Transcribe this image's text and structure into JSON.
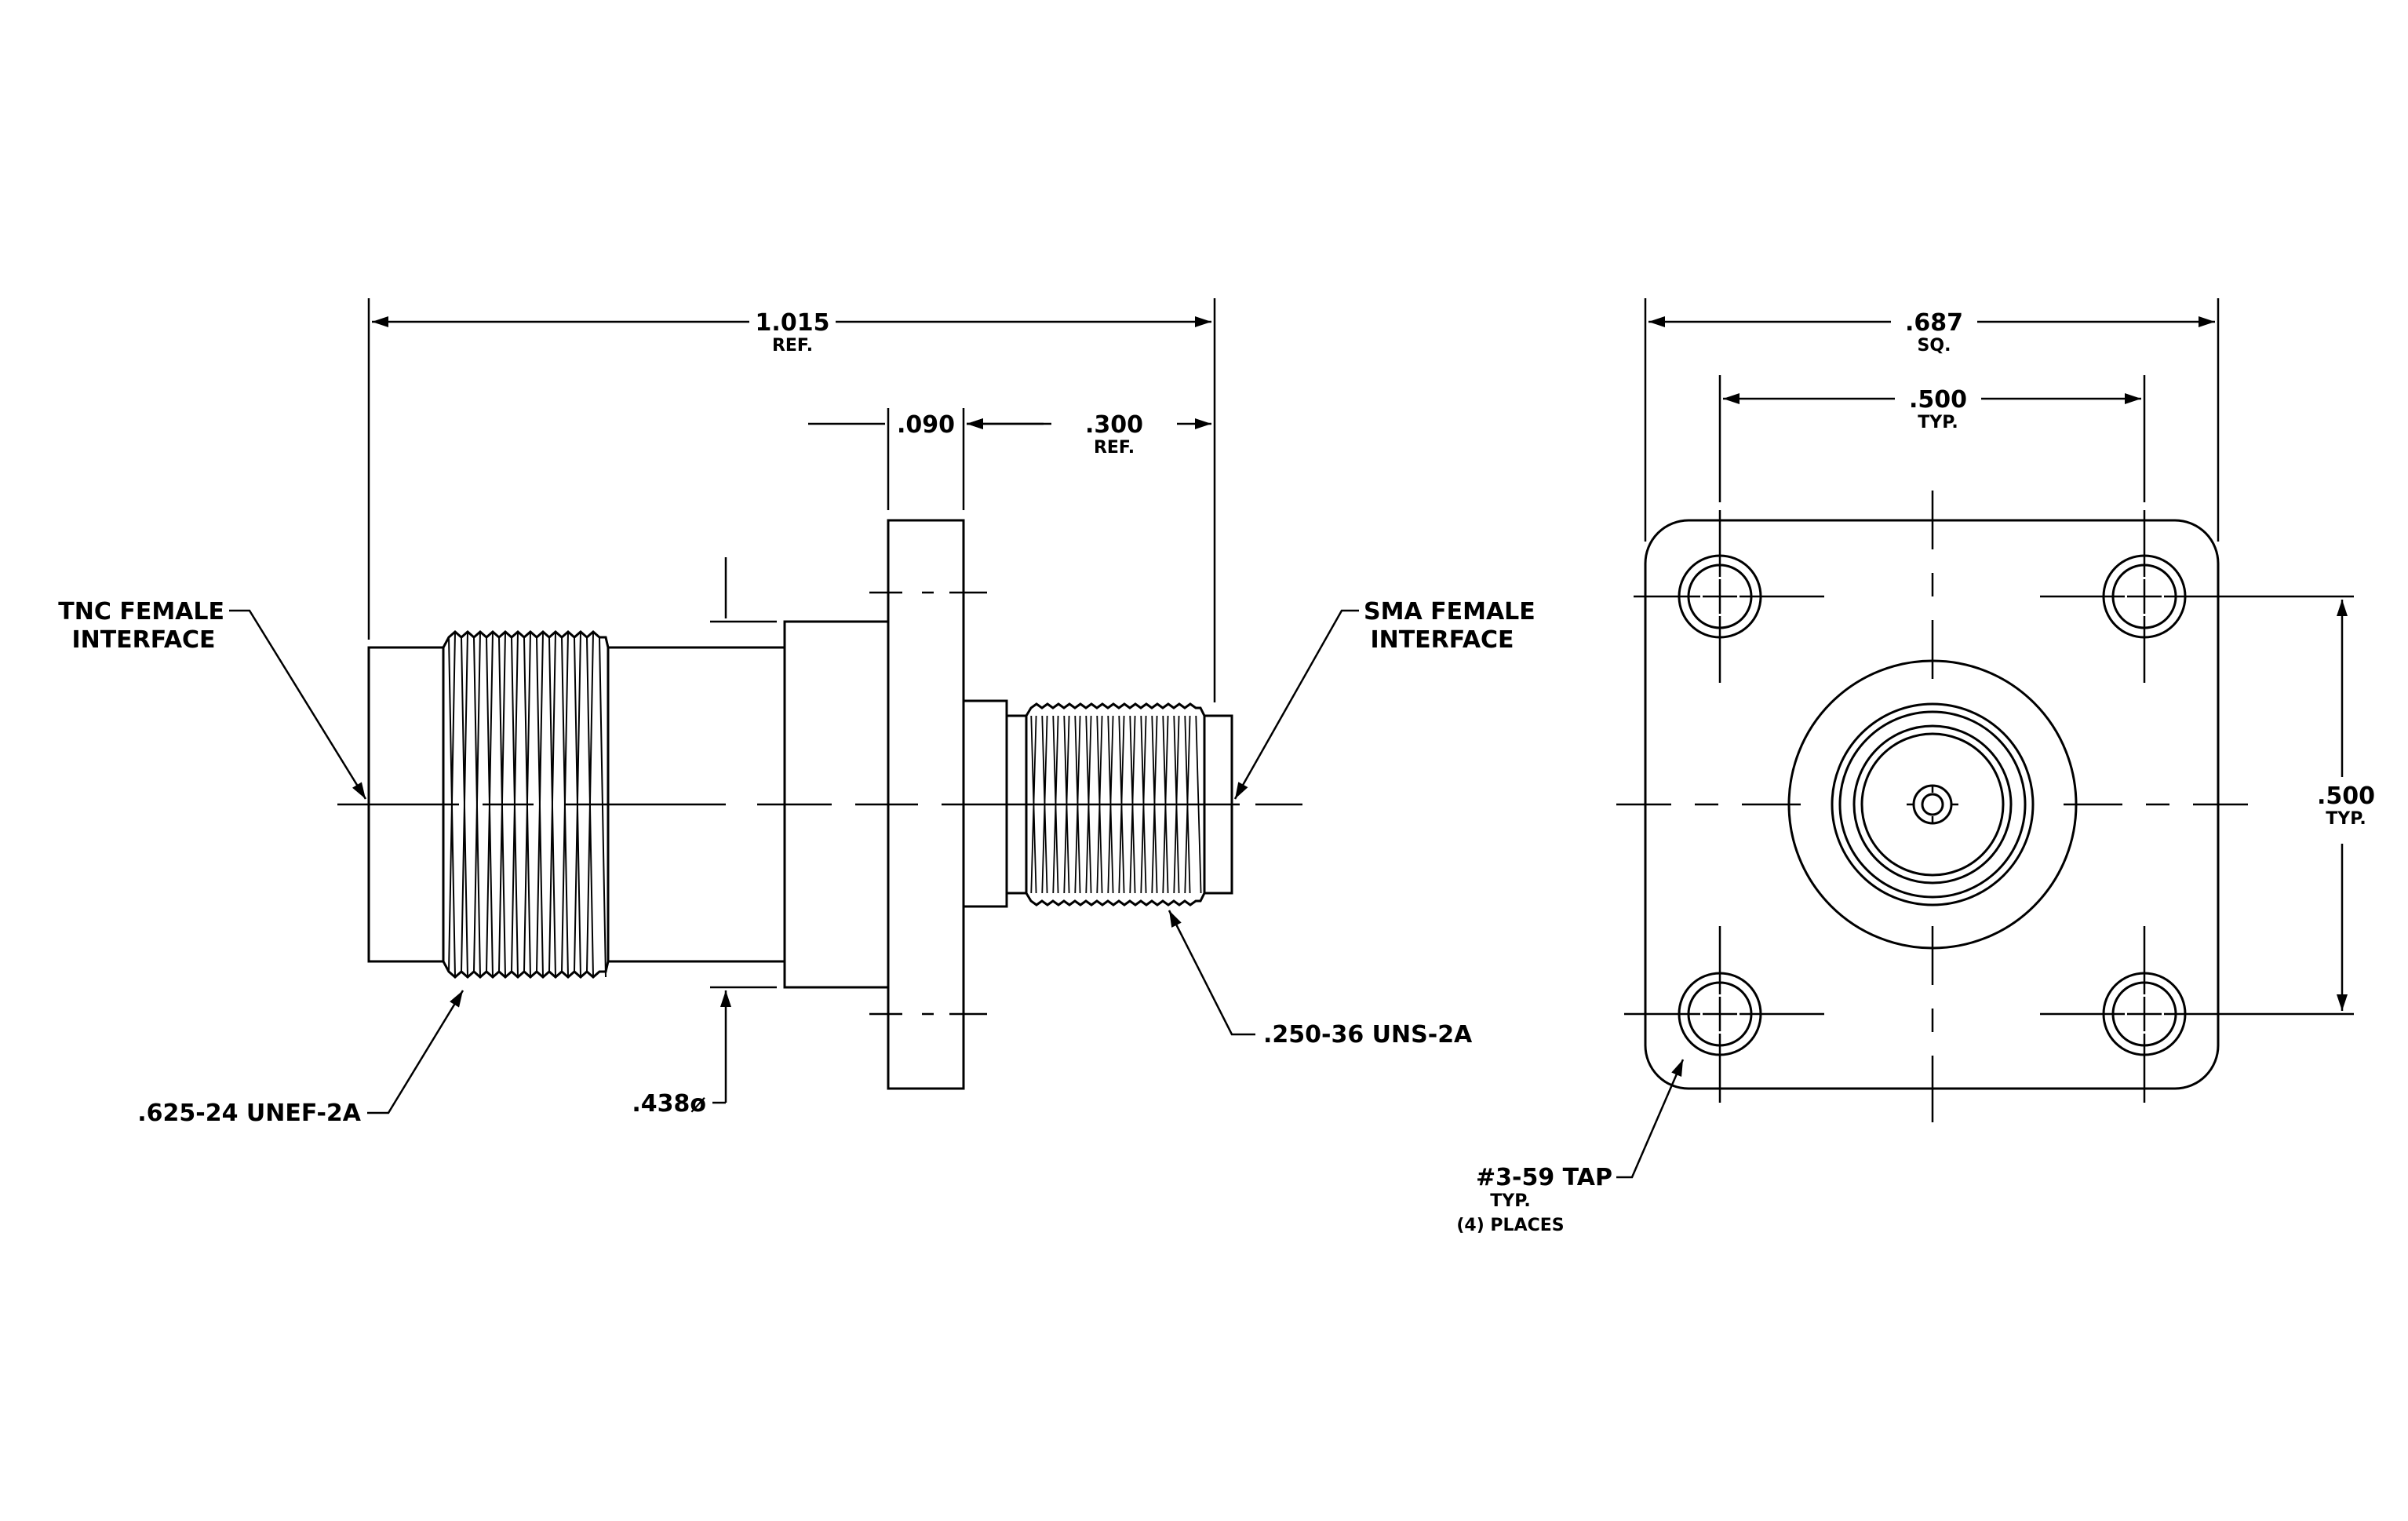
{
  "side_view": {
    "overall_length": {
      "value": "1.015",
      "note": "REF."
    },
    "flange_thickness": {
      "value": ".090"
    },
    "sma_length": {
      "value": ".300",
      "note": "REF."
    },
    "body_diameter": {
      "value": ".438ø"
    },
    "tnc_thread": {
      "value": ".625-24 UNEF-2A"
    },
    "sma_thread": {
      "value": ".250-36 UNS-2A"
    },
    "tnc_interface": {
      "line1": "TNC FEMALE",
      "line2": "INTERFACE"
    },
    "sma_interface": {
      "line1": "SMA FEMALE",
      "line2": "INTERFACE"
    }
  },
  "end_view": {
    "flange_width": {
      "value": ".687",
      "note": "SQ."
    },
    "hole_spacing_horizontal": {
      "value": ".500",
      "note": "TYP."
    },
    "hole_spacing_vertical": {
      "value": ".500",
      "note": "TYP."
    },
    "tap_callout": {
      "line1": "#3-59 TAP",
      "line2": "TYP.",
      "line3": "(4) PLACES"
    }
  },
  "colors": {
    "line": "#000000",
    "background": "#ffffff"
  }
}
